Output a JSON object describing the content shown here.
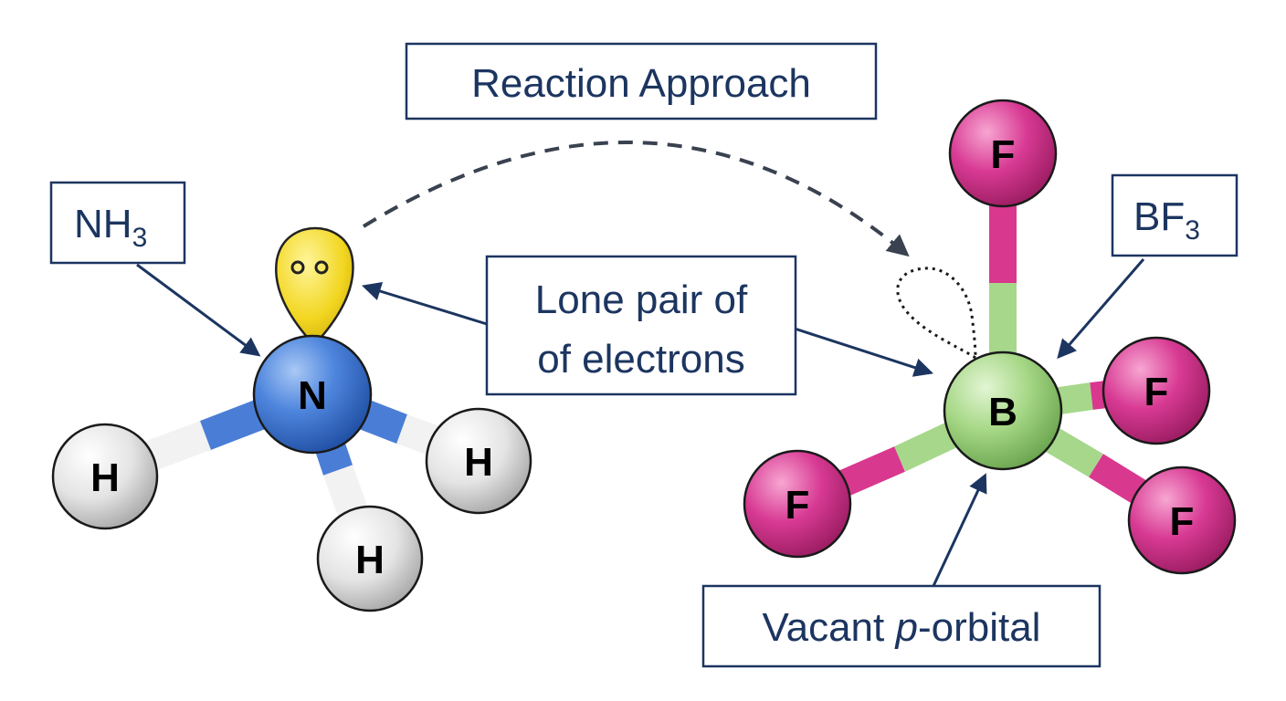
{
  "title": "Reaction Approach",
  "labels": {
    "nh3": {
      "main": "NH",
      "sub": "3"
    },
    "bf3": {
      "main": "BF",
      "sub": "3"
    },
    "lone_pair": {
      "line1": "Lone pair of",
      "line2": "of electrons"
    },
    "vacant": {
      "pre": "Vacant ",
      "italic": "p",
      "post": "-orbital"
    }
  },
  "atoms": {
    "nitrogen": "N",
    "hydrogen": [
      "H",
      "H",
      "H"
    ],
    "boron": "B",
    "fluorine": [
      "F",
      "F",
      "F",
      "F"
    ]
  },
  "colors": {
    "label_text": "#1c3560",
    "arrow": "#1c3560",
    "nitrogen": "#3f78d6",
    "hydrogen": "#e6e6e6",
    "lone_pair": "#f2d620",
    "boron": "#9fd47f",
    "fluorine": "#d6338c"
  }
}
